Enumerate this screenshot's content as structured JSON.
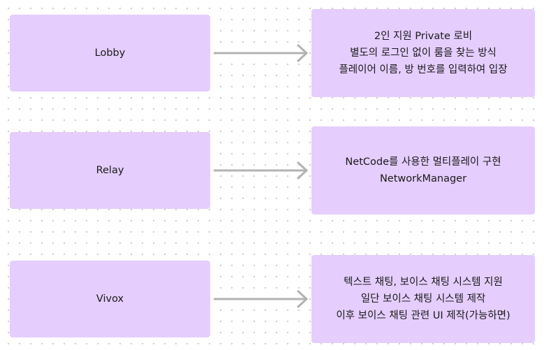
{
  "rows": [
    {
      "name": "Lobby",
      "description": [
        "2인 지원 Private 로비",
        "별도의 로그인 없이 룸을 찾는 방식",
        "플레이어 이름, 방 번호를 입력하여 입장"
      ]
    },
    {
      "name": "Relay",
      "description": [
        "NetCode를 사용한 멀티플레이 구현",
        "NetworkManager"
      ]
    },
    {
      "name": "Vivox",
      "description": [
        "텍스트 채팅, 보이스 채팅 시스템 지원",
        "일단 보이스 채팅 시스템 제작",
        "이후 보이스 채팅 관련 UI 제작(가능하면)"
      ]
    }
  ],
  "colors": {
    "box_fill": "#e5cdfd",
    "arrow": "#b3b3b3",
    "dot_grid": "#c9c9c9"
  }
}
